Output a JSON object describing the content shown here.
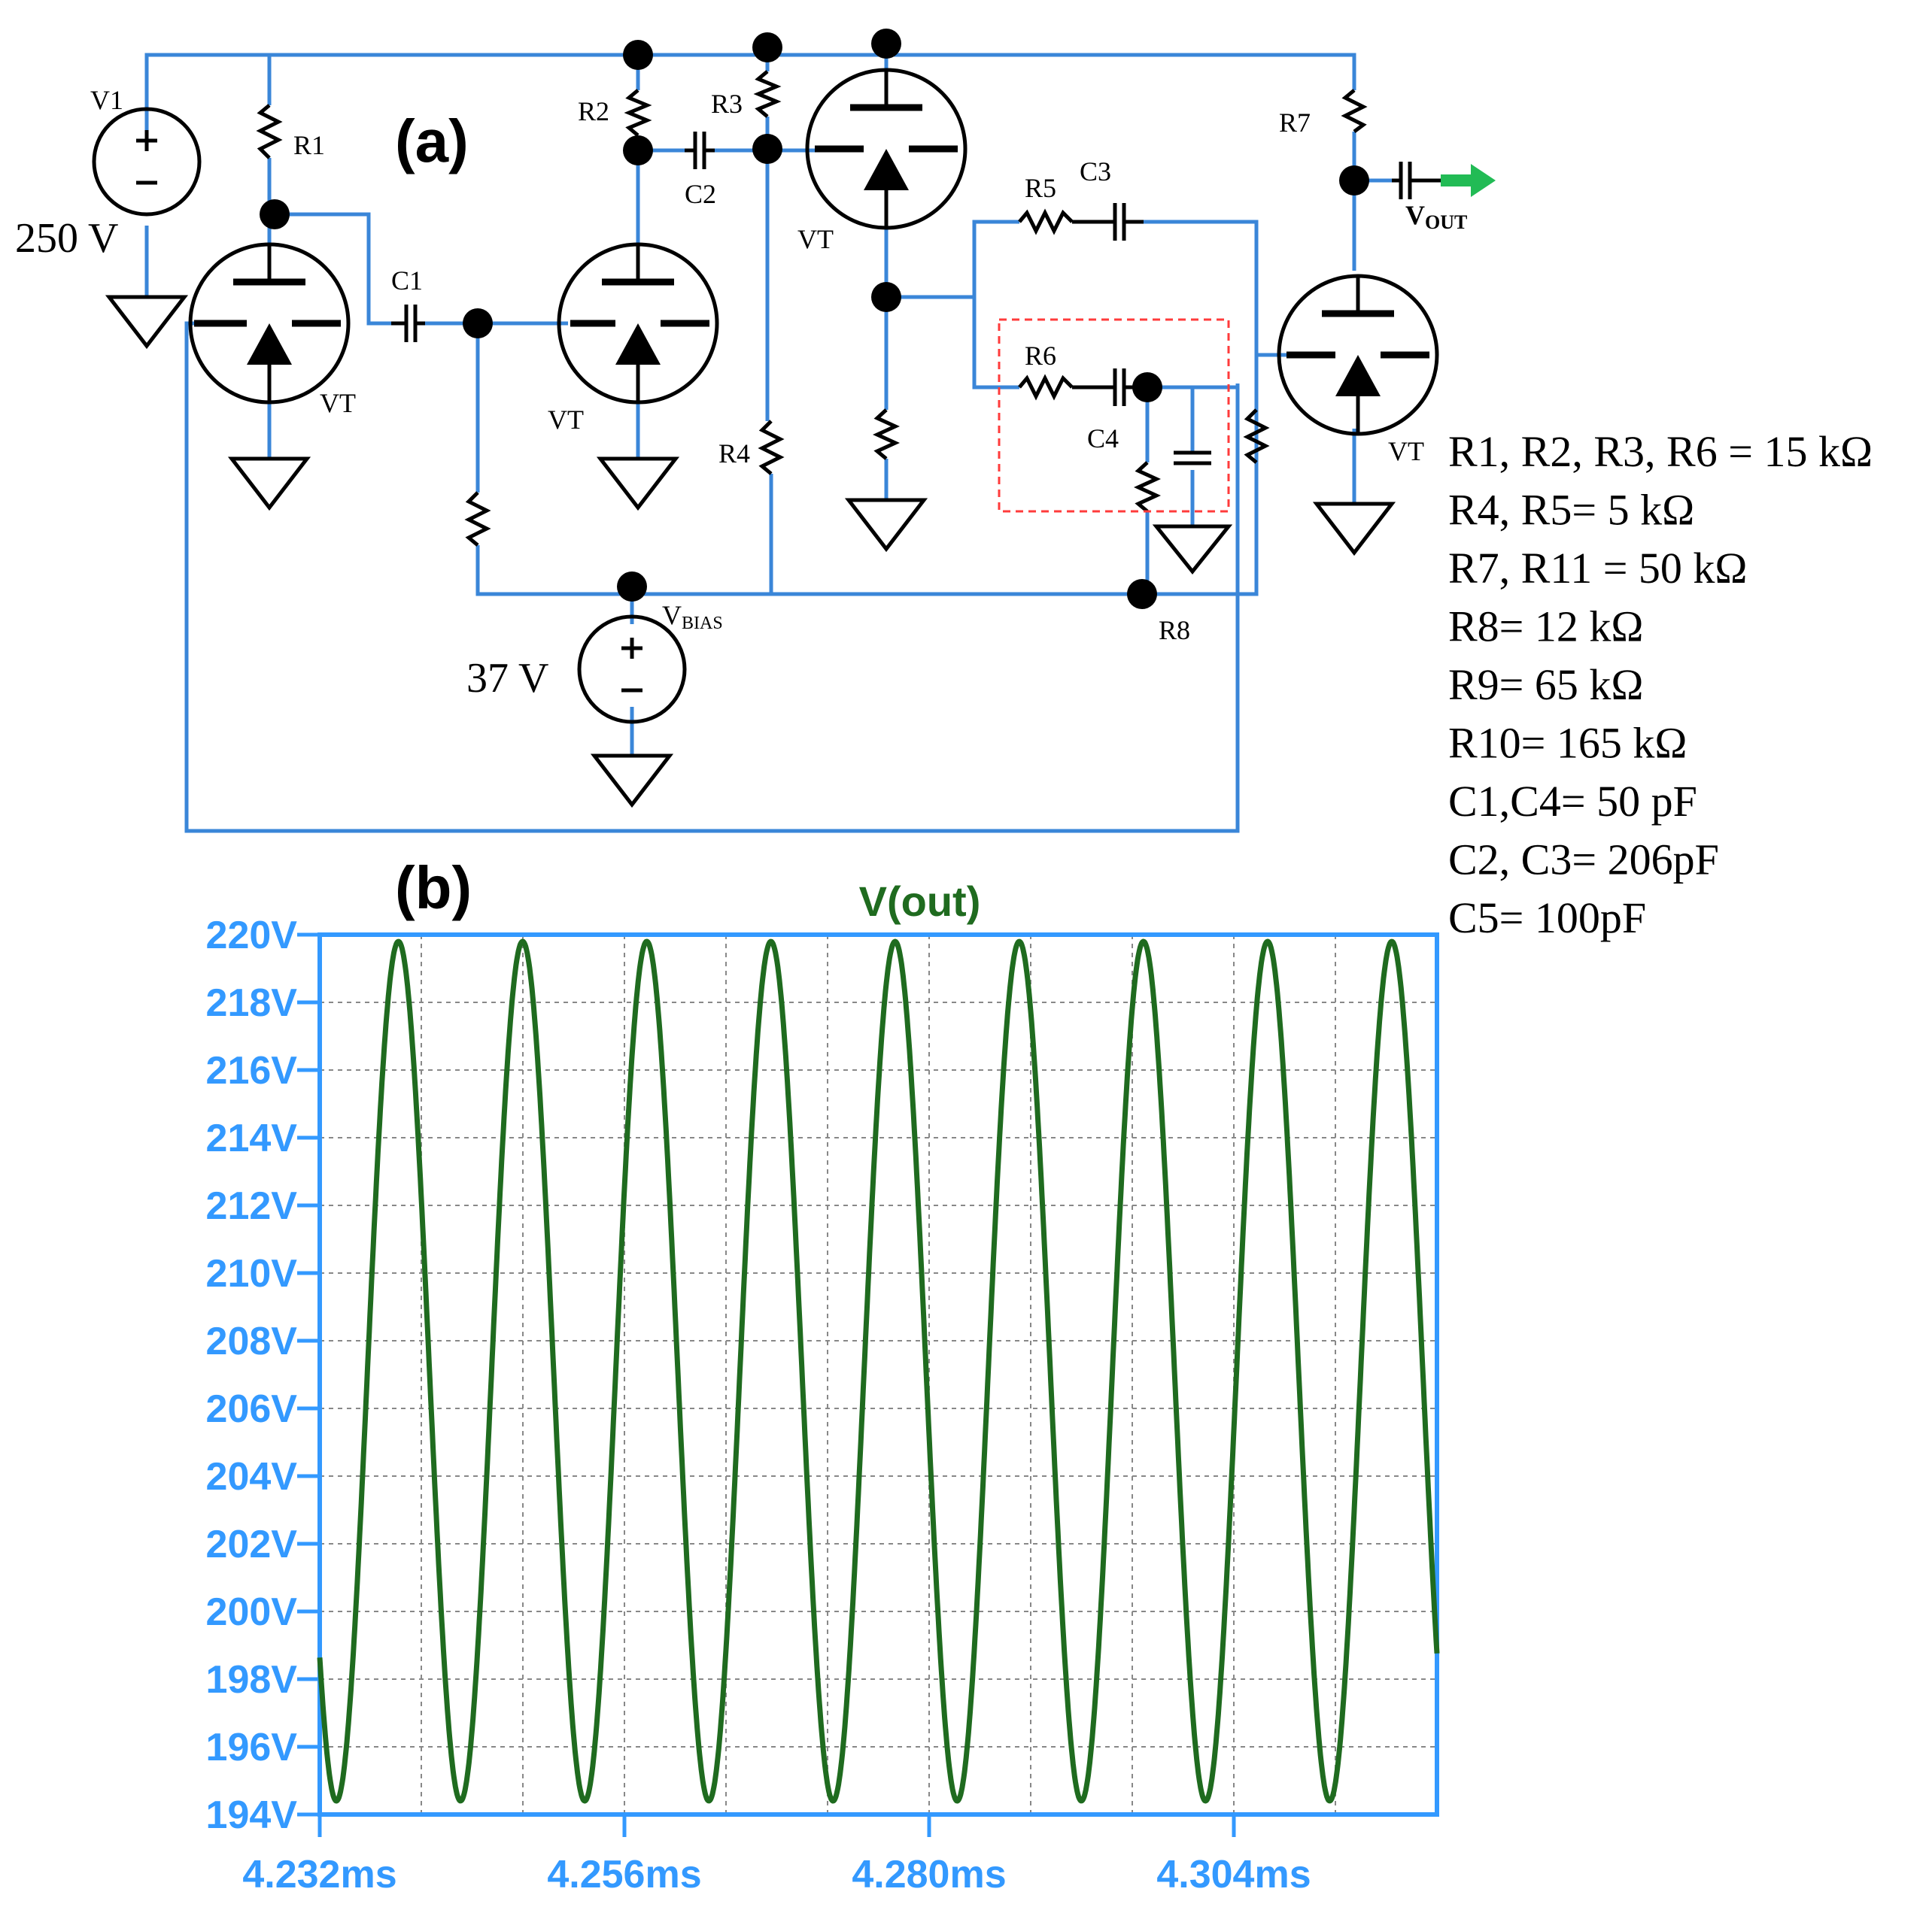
{
  "figure": {
    "panel_a_label": "(a)",
    "panel_b_label": "(b)"
  },
  "colors": {
    "wire": "#3a86d8",
    "trace": "#1f6b1f",
    "axis": "#3399ff",
    "output_arrow": "#22bb55",
    "highlight_box": "#ff3b3b"
  },
  "schematic": {
    "v1_label": "V1",
    "v1_value": "250 V",
    "vbias_label_main": "V",
    "vbias_label_sub": "BIAS",
    "vbias_value": "37 V",
    "vout_label_main": "V",
    "vout_label_sub": "OUT",
    "tube_label": "VT",
    "r1": "R1",
    "r2": "R2",
    "r3": "R3",
    "r4": "R4",
    "r5": "R5",
    "r6": "R6",
    "r7": "R7",
    "r8": "R8",
    "c1": "C1",
    "c2": "C2",
    "c3": "C3",
    "c4": "C4"
  },
  "component_values": [
    "R1, R2, R3, R6 = 15 kΩ",
    "R4, R5= 5 kΩ",
    "R7, R11 = 50 kΩ",
    "R8= 12 kΩ",
    "R9= 65 kΩ",
    "R10= 165 kΩ",
    "C1,C4= 50 pF",
    "C2, C3= 206pF",
    "C5= 100pF"
  ],
  "chart_data": {
    "type": "line",
    "title": "V(out)",
    "xlabel": "",
    "ylabel": "",
    "x_unit": "ms",
    "xlim": [
      4.232,
      4.32
    ],
    "ylim": [
      194,
      220
    ],
    "x_tick_labels": [
      "4.232ms",
      "4.256ms",
      "4.280ms",
      "4.304ms"
    ],
    "x_ticks": [
      4.232,
      4.256,
      4.28,
      4.304
    ],
    "y_tick_labels": [
      "220V",
      "218V",
      "216V",
      "214V",
      "212V",
      "210V",
      "208V",
      "206V",
      "204V",
      "202V",
      "200V",
      "198V",
      "196V",
      "194V"
    ],
    "y_ticks": [
      220,
      218,
      216,
      214,
      212,
      210,
      208,
      206,
      204,
      202,
      200,
      198,
      196,
      194
    ],
    "grid": true,
    "series": [
      {
        "values_description_free": true,
        "min": 194.4,
        "max": 219.8,
        "period_ms": 0.00978,
        "first_peak_ms": 4.2382,
        "start_value": 197.8,
        "end_value": 197.6
      }
    ]
  }
}
